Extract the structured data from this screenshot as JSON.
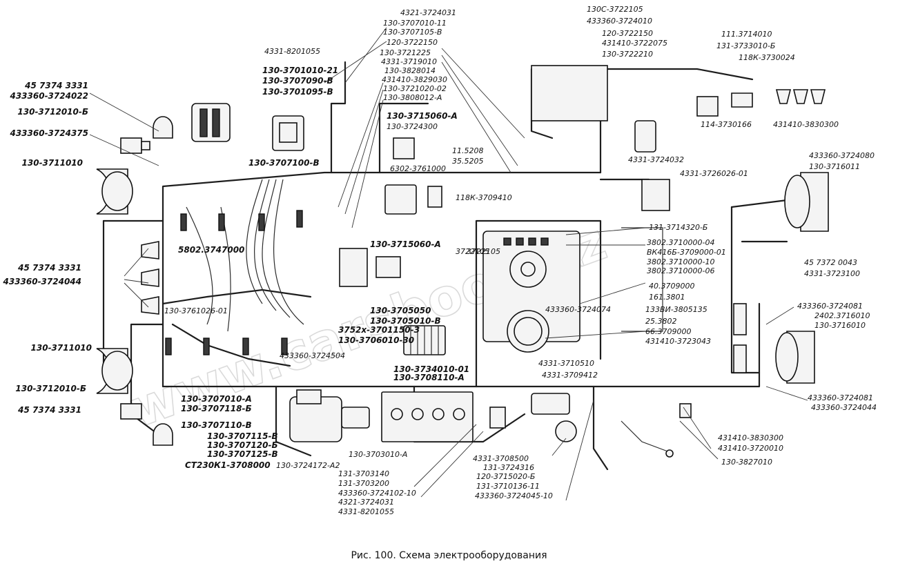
{
  "caption": "Рис. 100. Схема электрооборудования",
  "watermark": "www.carsbook.kz",
  "labels": [
    "4321-3724031",
    "130-3707010-11",
    "130-3707105-В",
    "120-3722150",
    "130-3721225",
    "4331-3719010",
    "130-3828014",
    "431410-3829030",
    "130-3721020-02",
    "130-3808012-А",
    "4331-8201055",
    "130-3701010-21",
    "130-3707090-В",
    "130-3701095-В",
    "45 7374 3331",
    "433360-3724022",
    "130-3712010-Б",
    "433360-3724375",
    "130-3711010",
    "130-3707100-В",
    "130-3715060-А",
    "130-3724300",
    "11.5208",
    "35.5205",
    "6302-3761000",
    "118К-3709410",
    "130С-3722105",
    "433360-3724010",
    "120-3722150",
    "431410-3722075",
    "130-3722210",
    "111.3714010",
    "131-3733010-Б",
    "118К-3730024",
    "114-3730166",
    "431410-3830300",
    "4331-3724032",
    "433360-3724080",
    "130-3716011",
    "4331-3726026-01",
    "131-3714320-Б",
    "3802.3710000-04",
    "ВК416Б-3709000-01",
    "3802.3710000-10",
    "3802.3710000-06",
    "40.3709000",
    "161.3801",
    "133ВИ-3805135",
    "25.3802",
    "66.3709000",
    "431410-3723043",
    "45 7372 0043",
    "4331-3723100",
    "433360-3724081",
    "2402.3716010",
    "130-3716010",
    "5802.3747000",
    "45 7374 3331",
    "433360-3724044",
    "130-3761026-01",
    "130-3715060-А",
    "3722105",
    "3722105",
    "130-3705050",
    "130-3705010-В",
    "3752х-3701150-З",
    "130-3706010-30",
    "433360-3724074",
    "4331-3710510",
    "4331-3709412",
    "130-3711010",
    "130-3712010-Б",
    "45 7374 3331",
    "433360-3724504",
    "130-3734010-01",
    "130-3708110-А",
    "130-3707010-А",
    "130-3707118-Б",
    "130-3707110-В",
    "130-3707115-В",
    "130-3707120-Б",
    "130-3707125-В",
    "СТ230К1-3708000",
    "130-3724172-А2",
    "130-3703010-А",
    "131-3703140",
    "131-3703200",
    "433360-3724102-10",
    "4321-3724031",
    "4331-8201055",
    "4331-3708500",
    "131-3724316",
    "120-3715020-Б",
    "131-3710136-11",
    "433360-3724045-10",
    "431410-3830300",
    "431410-3720010",
    "130-3827010",
    "433360-3724081",
    "433360-3724044"
  ]
}
